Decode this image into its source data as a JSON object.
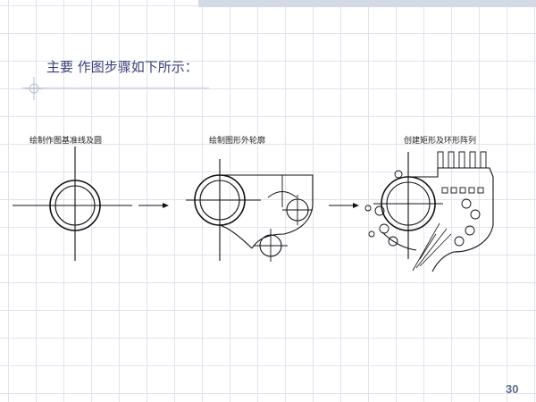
{
  "slide": {
    "heading": "主要 作图步骤如下所示：",
    "page_number": "30"
  },
  "steps": [
    {
      "label": "绘制作图基准线及圆"
    },
    {
      "label": "绘制图形外轮廓"
    },
    {
      "label": "创建矩形及环形阵列"
    }
  ],
  "icons": {
    "arrow": "right-arrow-icon",
    "crosshair": "crosshair-icon"
  },
  "colors": {
    "heading": "#3b3f78",
    "grid": "#dfe3ec",
    "band": "#d4d9e6",
    "page_number": "#5e6c8f"
  }
}
